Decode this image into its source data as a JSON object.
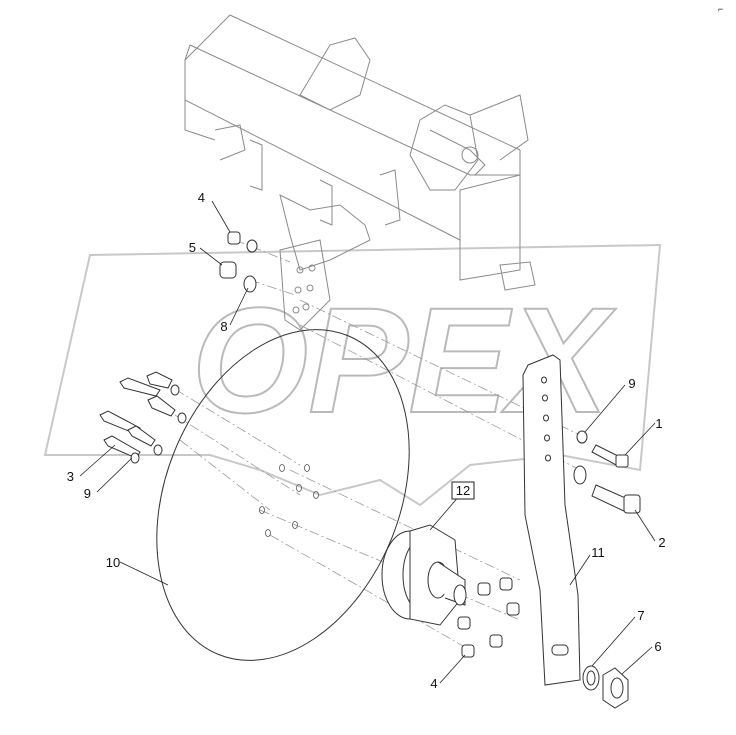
{
  "watermark": {
    "text": "OPEX"
  },
  "corner_mark": "⌐",
  "callouts": [
    {
      "id": "c4a",
      "label": "4"
    },
    {
      "id": "c5",
      "label": "5"
    },
    {
      "id": "c8",
      "label": "8"
    },
    {
      "id": "c3",
      "label": "3"
    },
    {
      "id": "c9a",
      "label": "9"
    },
    {
      "id": "c10",
      "label": "10"
    },
    {
      "id": "c12",
      "label": "12",
      "boxed": true
    },
    {
      "id": "c9b",
      "label": "9"
    },
    {
      "id": "c1",
      "label": "1"
    },
    {
      "id": "c2",
      "label": "2"
    },
    {
      "id": "c11",
      "label": "11"
    },
    {
      "id": "c7",
      "label": "7"
    },
    {
      "id": "c6",
      "label": "6"
    },
    {
      "id": "c4b",
      "label": "4"
    }
  ]
}
